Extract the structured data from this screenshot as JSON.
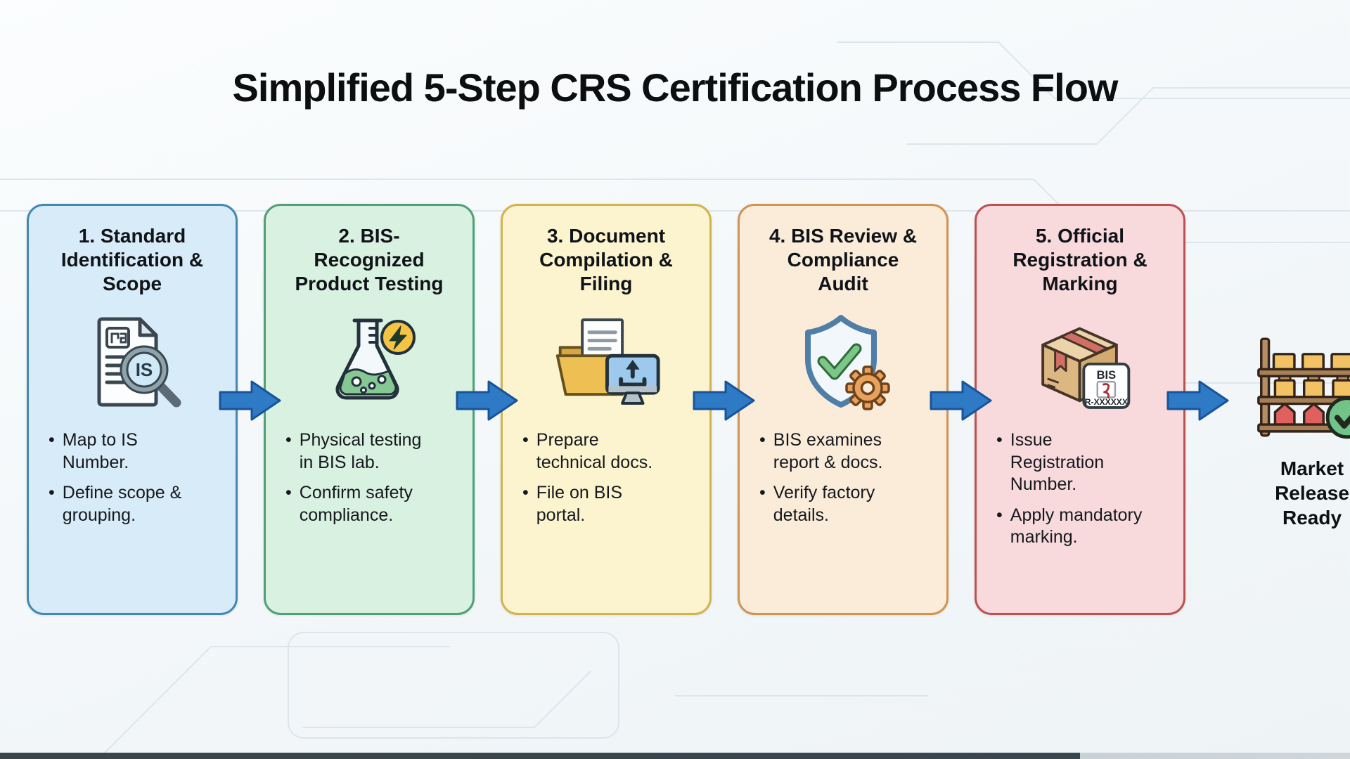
{
  "header": {
    "title": "Simplified 5-Step CRS Certification Process Flow"
  },
  "steps": [
    {
      "title": "1. Standard Identification & Scope",
      "icon": "standard-identification-icon",
      "bullets": [
        "Map to IS Number.",
        "Define scope & grouping."
      ],
      "bg": "#d8ebf8",
      "border": "#4389b2"
    },
    {
      "title": "2. BIS-Recognized Product Testing",
      "icon": "product-testing-icon",
      "bullets": [
        "Physical testing in BIS lab.",
        "Confirm safety compliance."
      ],
      "bg": "#d9f1e1",
      "border": "#51a076"
    },
    {
      "title": "3. Document Compilation & Filing",
      "icon": "document-filing-icon",
      "bullets": [
        "Prepare technical docs.",
        "File on BIS portal."
      ],
      "bg": "#fcf3cf",
      "border": "#d2b44f"
    },
    {
      "title": "4. BIS Review & Compliance Audit",
      "icon": "compliance-audit-icon",
      "bullets": [
        "BIS examines report & docs.",
        "Verify factory details."
      ],
      "bg": "#fbecda",
      "border": "#cf9554"
    },
    {
      "title": "5. Official Registration & Marking",
      "icon": "registration-marking-icon",
      "bullets": [
        "Issue Registration Number.",
        "Apply mandatory marking."
      ],
      "bg": "#f8dadd",
      "border": "#bd5151"
    }
  ],
  "icon_texts": {
    "magnifier_label": "IS",
    "bis_label": "BIS",
    "registration_number": "R-XXXXXX"
  },
  "result": {
    "label": "Market Release Ready",
    "icon": "market-shelf-icon"
  },
  "colors": {
    "arrow_fill": "#2e7ac5",
    "arrow_stroke": "#17549b",
    "title_color": "#0c0e10"
  }
}
